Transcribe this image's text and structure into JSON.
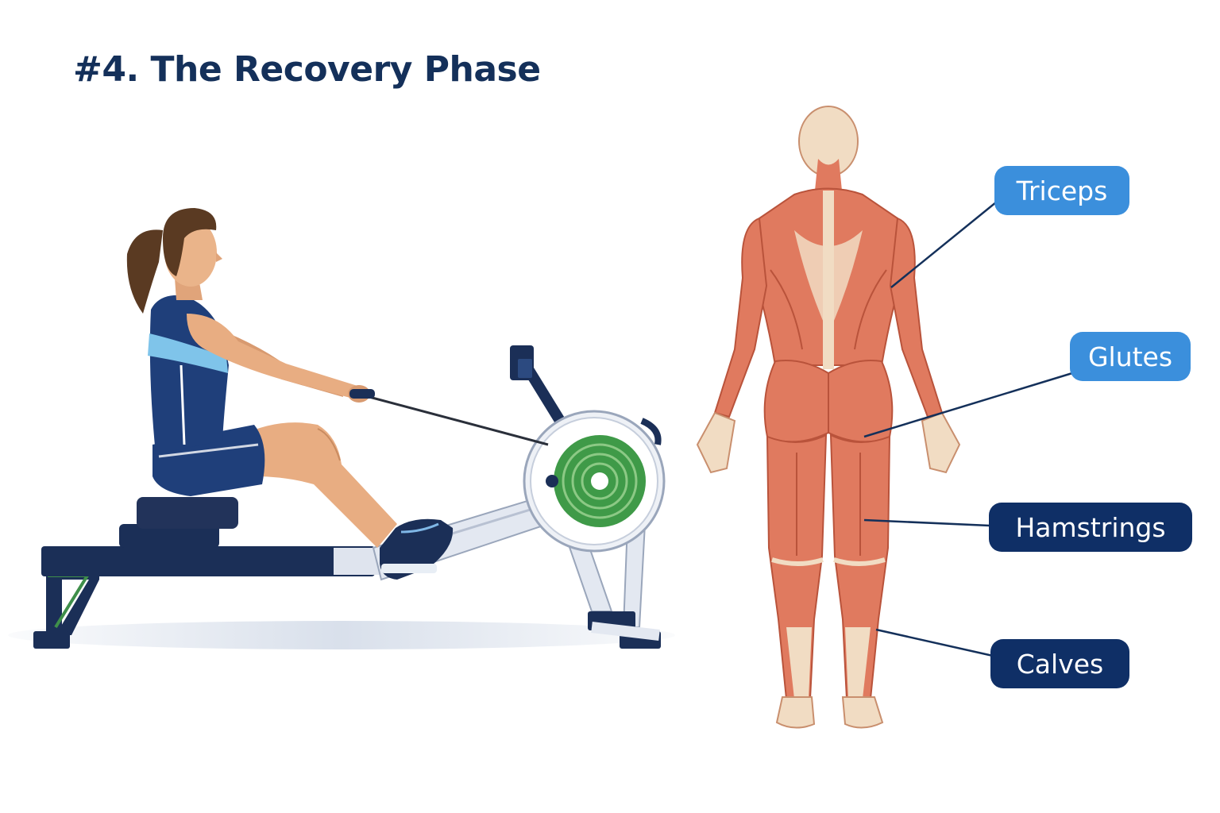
{
  "title": "#4. The Recovery Phase",
  "colors": {
    "title": "#14305a",
    "label_light": "#3b8fdc",
    "label_dark": "#0f2f66",
    "muscle": "#e07a5f",
    "muscle_dark": "#c9543c",
    "skin": "#f1dcc3",
    "leader_line": "#14305a"
  },
  "muscle_labels": [
    {
      "text": "Triceps",
      "style": "light"
    },
    {
      "text": "Glutes",
      "style": "light"
    },
    {
      "text": "Hamstrings",
      "style": "dark"
    },
    {
      "text": "Calves",
      "style": "dark"
    }
  ]
}
